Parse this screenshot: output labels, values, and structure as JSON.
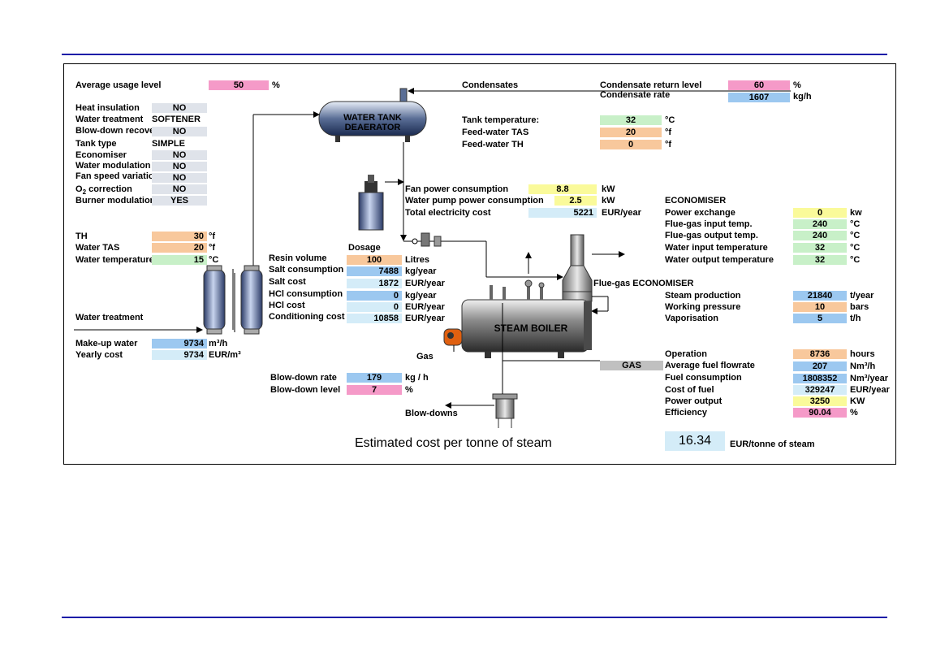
{
  "left": {
    "average_usage_label": "Average usage level",
    "average_usage_value": "50",
    "average_usage_unit": "%",
    "heat_insulation_label": "Heat insulation",
    "heat_insulation_value": "NO",
    "water_treatment_label": "Water treatment",
    "water_treatment_value": "SOFTENER",
    "blowdown_recovery_label": "Blow-down recovery",
    "blowdown_recovery_value": "NO",
    "tank_type_label": "Tank type",
    "tank_type_value": "SIMPLE",
    "economiser_label": "Economiser",
    "economiser_value": "NO",
    "water_modulation_label": "Water modulation",
    "water_modulation_value": "NO",
    "fan_speed_label": "Fan speed variation",
    "fan_speed_value": "NO",
    "o2_label_o": "O",
    "o2_label_sub": "2",
    "o2_label_rest": " correction",
    "o2_value": "NO",
    "burner_label": "Burner modulation",
    "burner_value": "YES",
    "th_label": "TH",
    "th_value": "30",
    "th_unit": "°f",
    "water_tas_label": "Water TAS",
    "water_tas_value": "20",
    "water_tas_unit": "°f",
    "water_temp_label": "Water temperature",
    "water_temp_value": "15",
    "water_temp_unit": "°C",
    "water_treatment_title": "Water treatment",
    "makeup_label": "Make-up water",
    "makeup_value": "9734",
    "makeup_unit": "m³/h",
    "yearly_cost_label": "Yearly cost",
    "yearly_cost_value": "9734",
    "yearly_cost_unit": "EUR/m³"
  },
  "tank": {
    "title_line1": "WATER TANK",
    "title_line2": "DEAERATOR",
    "condensates_label": "Condensates",
    "return_level_label": "Condensate return level",
    "return_level_value": "60",
    "return_level_unit": "%",
    "rate_label": "Condensate rate",
    "rate_value": "1607",
    "rate_unit": "kg/h",
    "tank_temp_label": "Tank temperature:",
    "tank_temp_value": "32",
    "tank_temp_unit": "°C",
    "fw_tas_label": "Feed-water TAS",
    "fw_tas_value": "20",
    "fw_tas_unit": "°f",
    "fw_th_label": "Feed-water TH",
    "fw_th_value": "0",
    "fw_th_unit": "°f"
  },
  "electricity": {
    "fan_label": "Fan power consumption",
    "fan_value": "8.8",
    "fan_unit": "kW",
    "pump_label": "Water pump power consumption",
    "pump_value": "2.5",
    "pump_unit": "kW",
    "total_label": "Total electricity cost",
    "total_value": "5221",
    "total_unit": "EUR/year"
  },
  "economiser": {
    "title": "ECONOMISER",
    "power_label": "Power exchange",
    "power_value": "0",
    "power_unit": "kw",
    "fg_in_label": "Flue-gas input temp.",
    "fg_in_value": "240",
    "fg_in_unit": "°C",
    "fg_out_label": "Flue-gas output temp.",
    "fg_out_value": "240",
    "fg_out_unit": "°C",
    "w_in_label": "Water input temperature",
    "w_in_value": "32",
    "w_in_unit": "°C",
    "w_out_label": "Water output temperature",
    "w_out_value": "32",
    "w_out_unit": "°C",
    "flue_gas_label": "Flue-gas ECONOMISER"
  },
  "dosage": {
    "title": "Dosage",
    "resin_label": "Resin volume",
    "resin_value": "100",
    "resin_unit": "Litres",
    "salt_label": "Salt consumption",
    "salt_value": "7488",
    "salt_unit": "kg/year",
    "salt_cost_label": "Salt cost",
    "salt_cost_value": "1872",
    "salt_cost_unit": "EUR/year",
    "hcl_label": "HCl consumption",
    "hcl_value": "0",
    "hcl_unit": "kg/year",
    "hcl_cost_label": "HCl cost",
    "hcl_cost_value": "0",
    "hcl_cost_unit": "EUR/year",
    "cond_label": "Conditioning cost",
    "cond_value": "10858",
    "cond_unit": "EUR/year"
  },
  "boiler": {
    "title": "STEAM BOILER",
    "gas_label": "Gas",
    "steam_prod_label": "Steam production",
    "steam_prod_value": "21840",
    "steam_prod_unit": "t/year",
    "pressure_label": "Working pressure",
    "pressure_value": "10",
    "pressure_unit": "bars",
    "vapor_label": "Vaporisation",
    "vapor_value": "5",
    "vapor_unit": "t/h"
  },
  "blowdown": {
    "rate_label": "Blow-down rate",
    "rate_value": "179",
    "rate_unit": "kg / h",
    "level_label": "Blow-down level",
    "level_value": "7",
    "level_unit": "%",
    "blowdowns_label": "Blow-downs"
  },
  "operation": {
    "gas_tag": "GAS",
    "operation_label": "Operation",
    "operation_value": "8736",
    "operation_unit": "hours",
    "flow_label": "Average fuel flowrate",
    "flow_value": "207",
    "flow_unit": "Nm³/h",
    "fuel_label": "Fuel consumption",
    "fuel_value": "1808352",
    "fuel_unit": "Nm³/year",
    "cost_label": "Cost of fuel",
    "cost_value": "329247",
    "cost_unit": "EUR/year",
    "power_label": "Power output",
    "power_value": "3250",
    "power_unit": "KW",
    "eff_label": "Efficiency",
    "eff_value": "90.04",
    "eff_unit": "%"
  },
  "summary": {
    "label": "Estimated cost per tonne of steam",
    "value": "16.34",
    "unit": "EUR/tonne of steam"
  }
}
